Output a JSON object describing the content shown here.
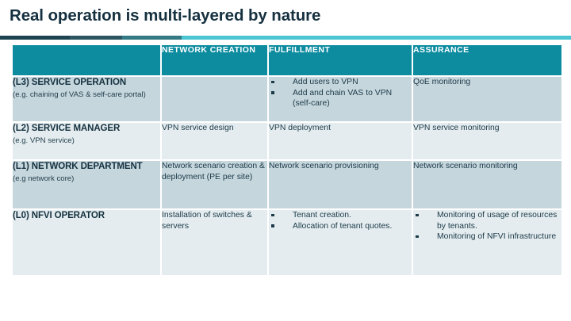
{
  "slide": {
    "title": "Real operation is multi-layered by nature",
    "accent_color": "#0d8ca0",
    "text_color": "#1a3442",
    "row_color_dark": "#c6d6dd",
    "row_color_light": "#e4ecef"
  },
  "divider": {
    "segments": [
      "#1d4450",
      "#2b5560",
      "#347a84",
      "#4cc5d2"
    ]
  },
  "table": {
    "headers": {
      "corner": "",
      "col1": "NETWORK CREATION",
      "col2": "FULFILLMENT",
      "col3": "ASSURANCE"
    },
    "rows": [
      {
        "label": "(L3) SERVICE OPERATION",
        "sublabel": "(e.g. chaining of VAS & self-care portal)",
        "network_creation": {
          "type": "text",
          "text": ""
        },
        "fulfillment": {
          "type": "bullets",
          "items": [
            "Add users to VPN",
            "Add and chain VAS to VPN (self-care)"
          ]
        },
        "assurance": {
          "type": "text",
          "text": "QoE monitoring"
        }
      },
      {
        "label": "(L2) SERVICE MANAGER",
        "sublabel": "(e.g. VPN service)",
        "network_creation": {
          "type": "text",
          "text": "VPN service design"
        },
        "fulfillment": {
          "type": "text",
          "text": "VPN deployment"
        },
        "assurance": {
          "type": "text",
          "text": "VPN service monitoring"
        }
      },
      {
        "label": "(L1) NETWORK DEPARTMENT",
        "sublabel": "(e.g network core)",
        "network_creation": {
          "type": "text",
          "text": "Network scenario creation & deployment (PE per site)"
        },
        "fulfillment": {
          "type": "text",
          "text": "Network scenario provisioning"
        },
        "assurance": {
          "type": "text",
          "text": "Network scenario monitoring"
        }
      },
      {
        "label": "(L0) NFVI OPERATOR",
        "sublabel": "",
        "network_creation": {
          "type": "text",
          "text": "Installation of switches & servers"
        },
        "fulfillment": {
          "type": "bullets",
          "items": [
            "Tenant creation.",
            "Allocation of tenant quotes."
          ]
        },
        "assurance": {
          "type": "bullets",
          "items": [
            "Monitoring of usage of resources by tenants.",
            "Monitoring of NFVI infrastructure"
          ]
        }
      }
    ]
  }
}
